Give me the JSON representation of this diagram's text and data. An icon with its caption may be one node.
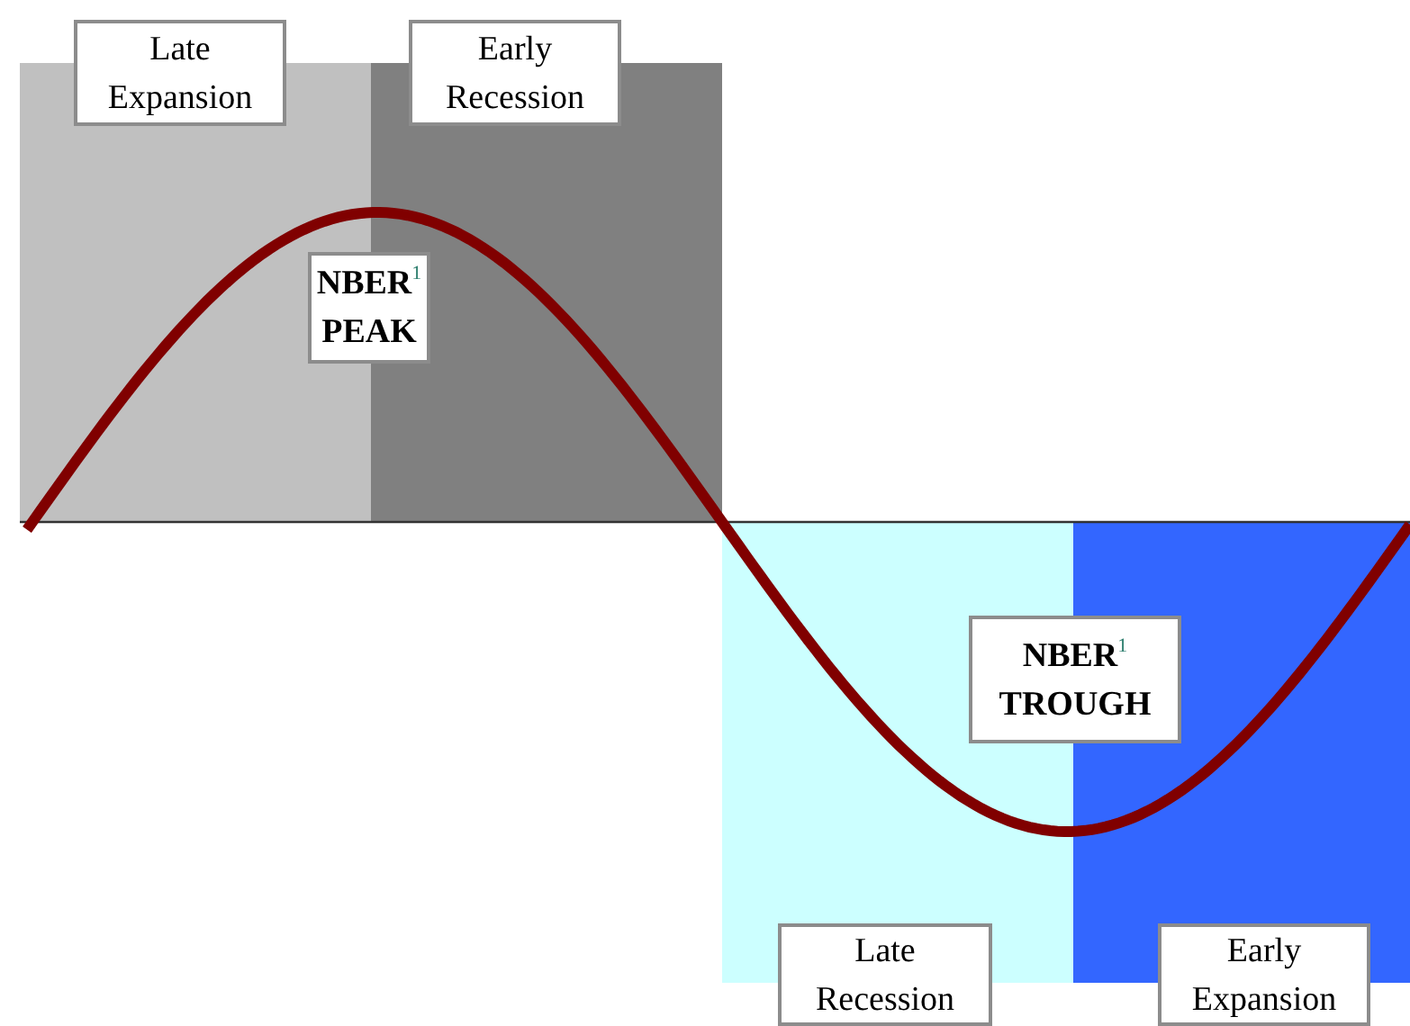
{
  "diagram": {
    "nodes": [
      {
        "text": [
          "Late Expansion"
        ]
      },
      {
        "text": [
          "Early Recession"
        ]
      },
      {
        "text": [
          "**NBER**$^{1}$ PEAK"
        ]
      },
      {
        "text": [
          "**NBER**$^{1}$ TROUGH"
        ]
      },
      {
        "text": [
          "Late Recession"
        ]
      },
      {
        "text": [
          "Early Expansion"
        ]
      }
    ]
  }
}
